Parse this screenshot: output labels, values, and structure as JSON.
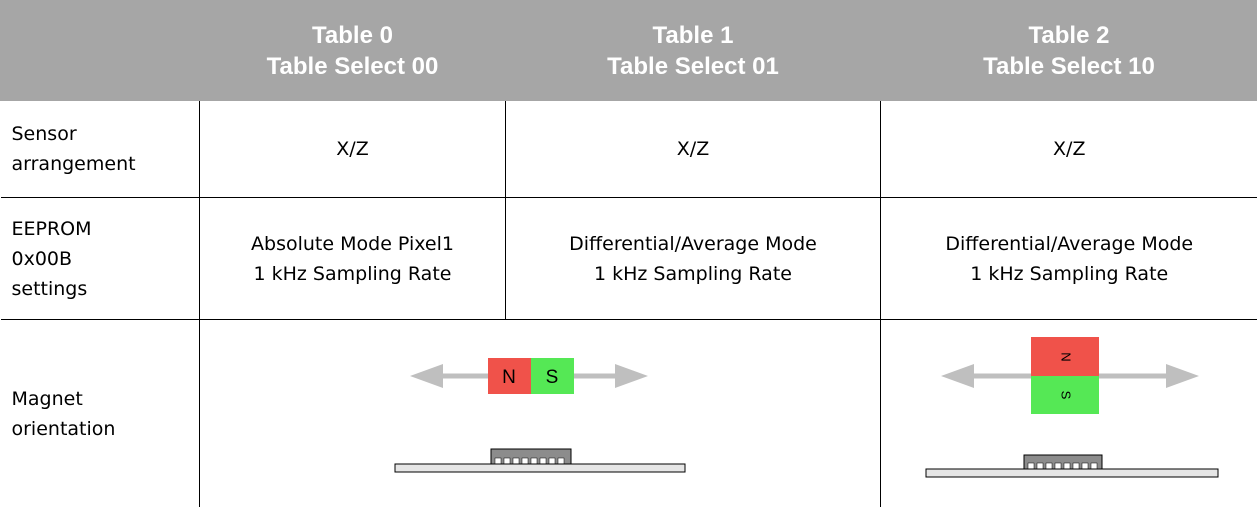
{
  "header": {
    "columns": [
      {
        "line1": "Table 0",
        "line2": "Table Select 00"
      },
      {
        "line1": "Table 1",
        "line2": "Table Select 01"
      },
      {
        "line1": "Table 2",
        "line2": "Table Select 10"
      }
    ]
  },
  "rows": {
    "sensor": {
      "label": [
        "Sensor",
        "arrangement"
      ],
      "values": [
        "X/Z",
        "X/Z",
        "X/Z"
      ]
    },
    "eeprom": {
      "label": [
        "EEPROM",
        "0x00B",
        "settings"
      ],
      "values": [
        [
          "Absolute Mode Pixel1",
          "1 kHz Sampling Rate"
        ],
        [
          "Differential/Average Mode",
          "1 kHz Sampling Rate"
        ],
        [
          "Differential/Average Mode",
          "1 kHz Sampling Rate"
        ]
      ]
    },
    "magnet": {
      "label": [
        "Magnet",
        "orientation"
      ],
      "pole_n": "N",
      "pole_s": "S"
    }
  },
  "colors": {
    "header_bg": "#a6a6a6",
    "north": "#f0524a",
    "south": "#55e855",
    "arrow": "#bfbfbf",
    "chip": "#8c8c8c",
    "pcb": "#e6e6e6"
  }
}
